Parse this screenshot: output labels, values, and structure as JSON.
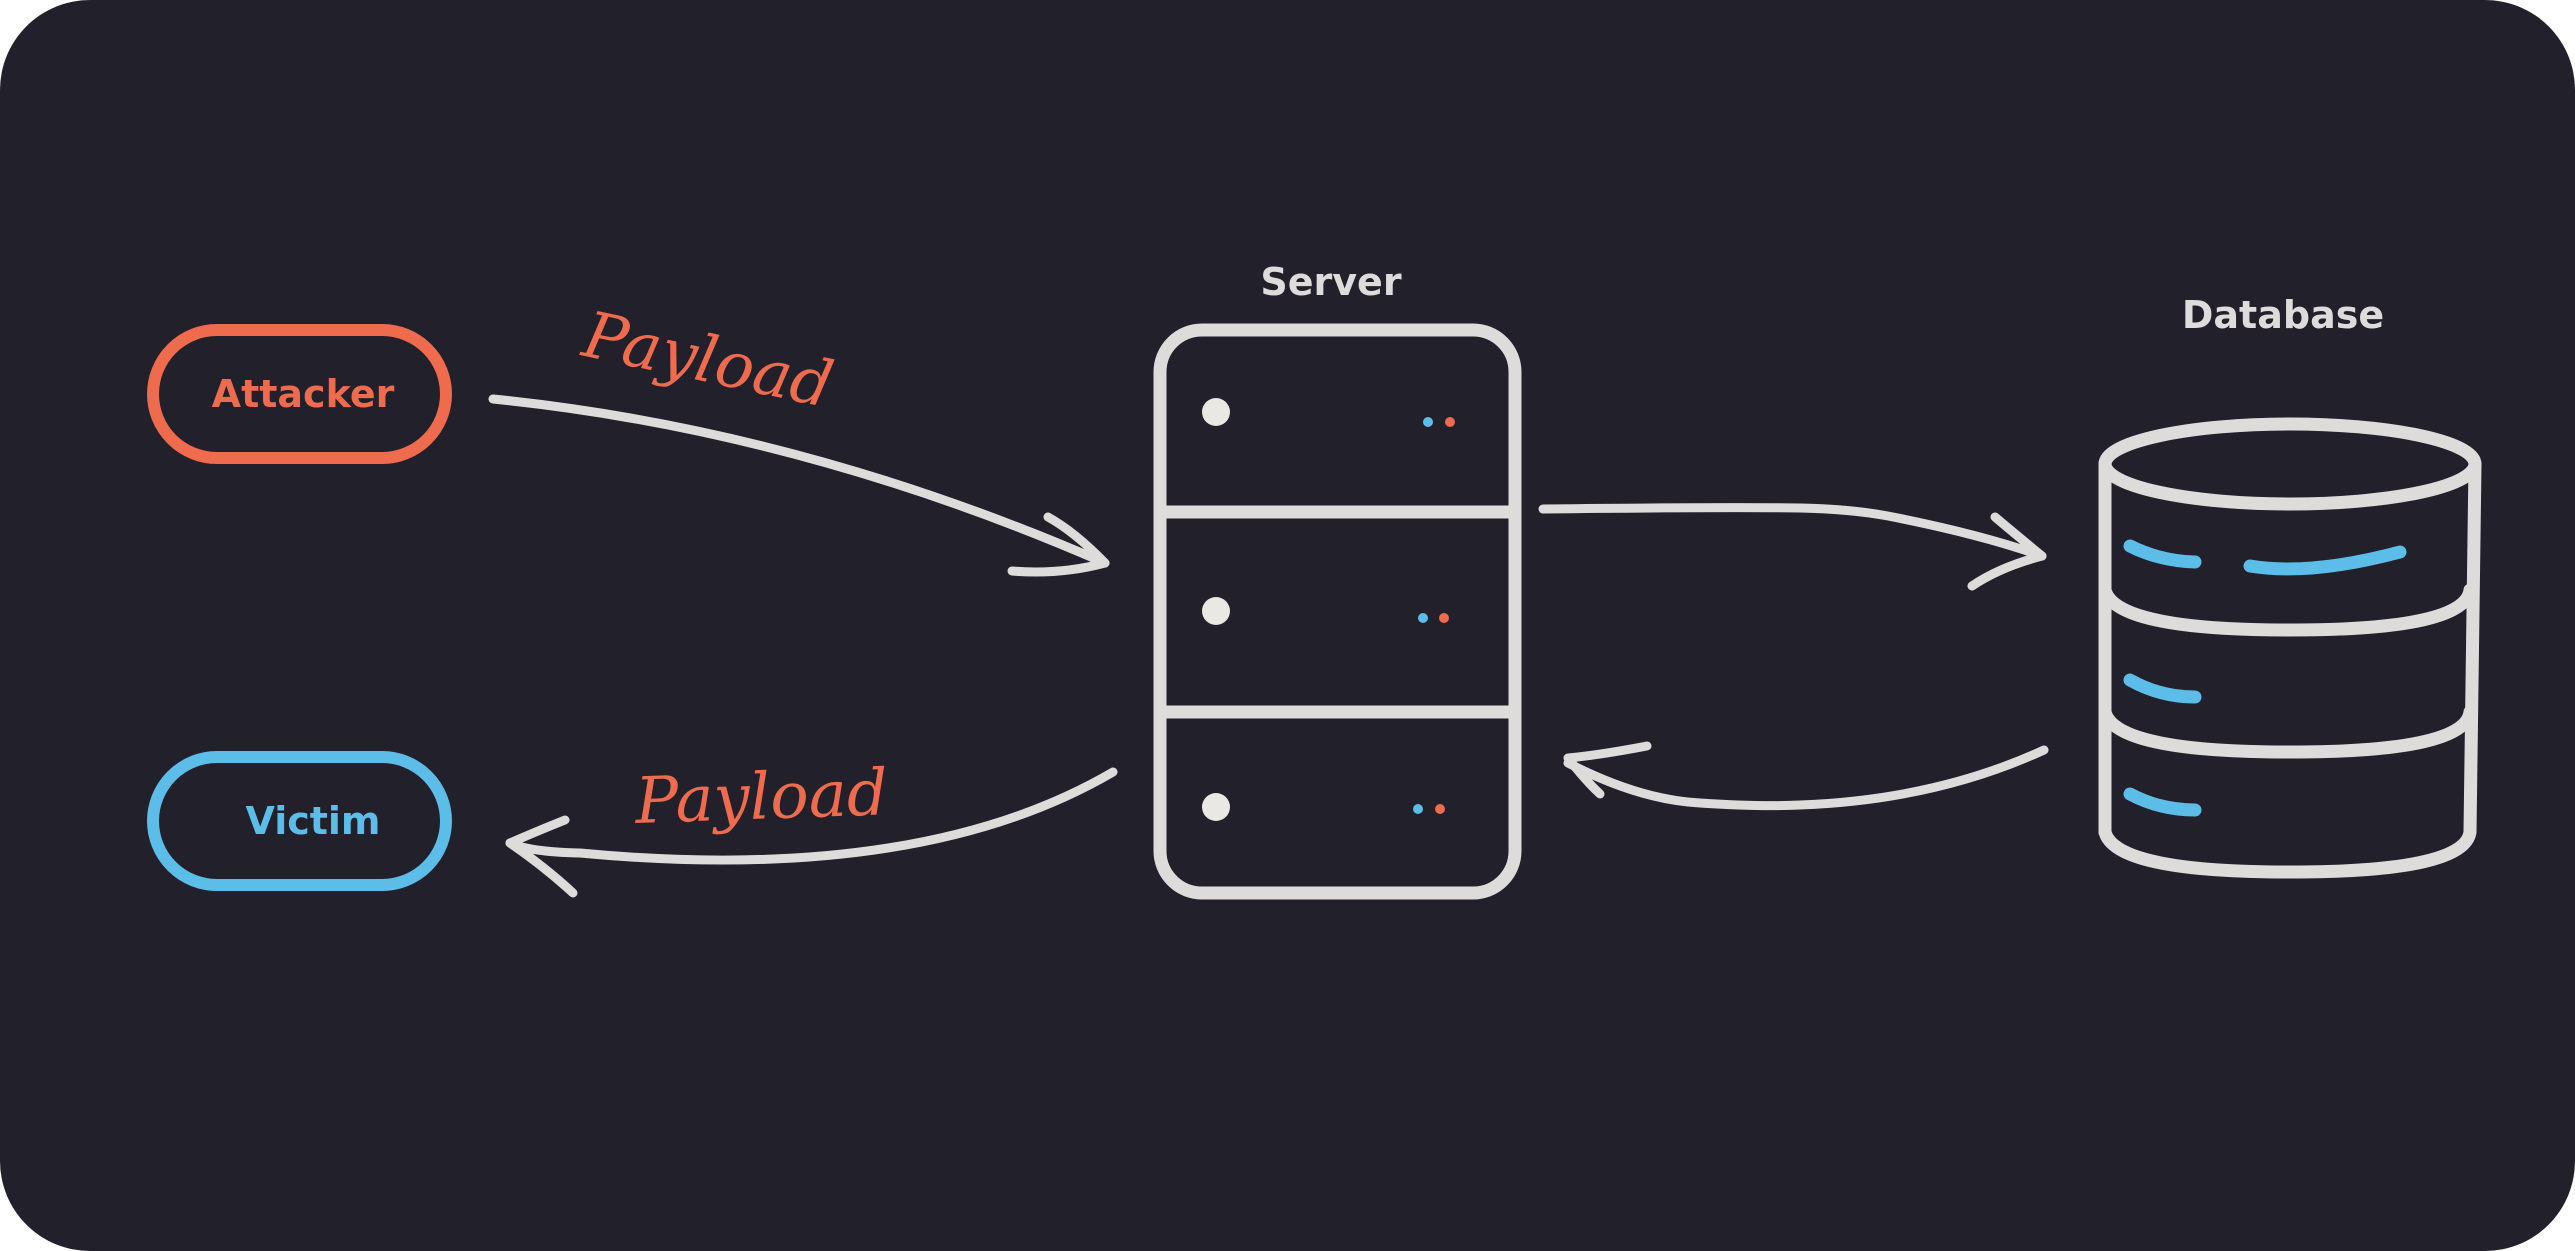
{
  "nodes": {
    "attacker": {
      "label": "Attacker"
    },
    "victim": {
      "label": "Victim"
    },
    "server": {
      "label": "Server"
    },
    "database": {
      "label": "Database"
    }
  },
  "edges": {
    "attacker_to_server": {
      "label": "Payload"
    },
    "server_to_victim": {
      "label": "Payload"
    }
  },
  "colors": {
    "background": "#22202b",
    "stroke": "#dedcda",
    "attacker": "#ee6b4d",
    "victim": "#5bbde8",
    "payload": "#ee6b4d",
    "accent_blue": "#5bbde8",
    "accent_red": "#ee6b4d"
  },
  "icons": {
    "server": "server-rack-icon",
    "database": "database-cylinder-icon"
  }
}
